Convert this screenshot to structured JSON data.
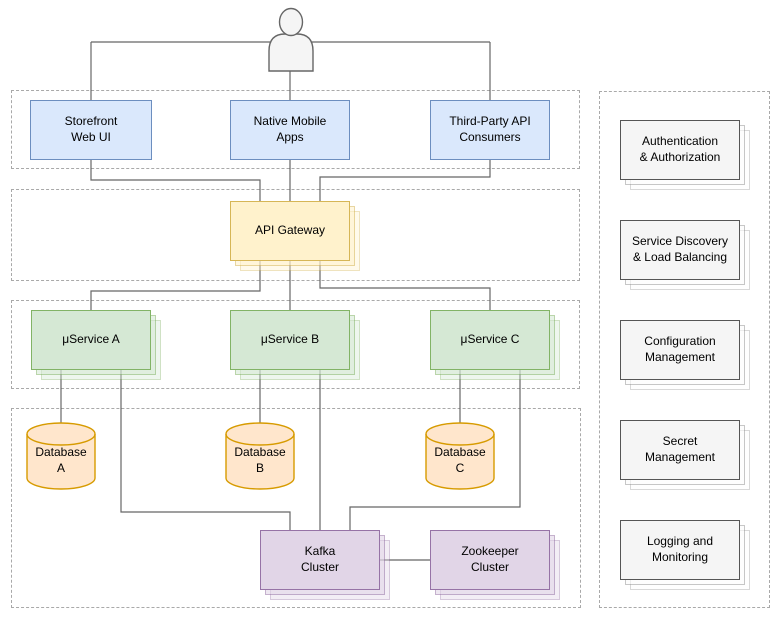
{
  "diagram_type": "microservices-architecture",
  "actor": {
    "icon": "user-icon"
  },
  "nodes": {
    "storefront": {
      "label": "Storefront\nWeb UI"
    },
    "mobile": {
      "label": "Native Mobile\nApps"
    },
    "thirdparty": {
      "label": "Third-Party API\nConsumers"
    },
    "gateway": {
      "label": "API Gateway"
    },
    "service_a": {
      "label": "μService A"
    },
    "service_b": {
      "label": "μService B"
    },
    "service_c": {
      "label": "μService C"
    },
    "database_a": {
      "label": "Database\nA"
    },
    "database_b": {
      "label": "Database\nB"
    },
    "database_c": {
      "label": "Database\nC"
    },
    "kafka": {
      "label": "Kafka\nCluster"
    },
    "zookeeper": {
      "label": "Zookeeper\nCluster"
    }
  },
  "sidebar": {
    "items": [
      {
        "label": "Authentication\n& Authorization"
      },
      {
        "label": "Service Discovery\n& Load Balancing"
      },
      {
        "label": "Configuration\nManagement"
      },
      {
        "label": "Secret\nManagement"
      },
      {
        "label": "Logging and\nMonitoring"
      }
    ]
  },
  "colors": {
    "client_fill": "#dae8fc",
    "client_stroke": "#6c8ebf",
    "gateway_fill": "#fff2cc",
    "gateway_stroke": "#d6b656",
    "service_fill": "#d5e8d4",
    "service_stroke": "#82b366",
    "database_fill": "#ffe6cc",
    "database_stroke": "#d79b00",
    "cluster_fill": "#e1d5e7",
    "cluster_stroke": "#9673a6",
    "ops_fill": "#f5f5f5",
    "ops_stroke": "#666666",
    "edge": "#666666",
    "group_border": "#a9a9a9"
  }
}
